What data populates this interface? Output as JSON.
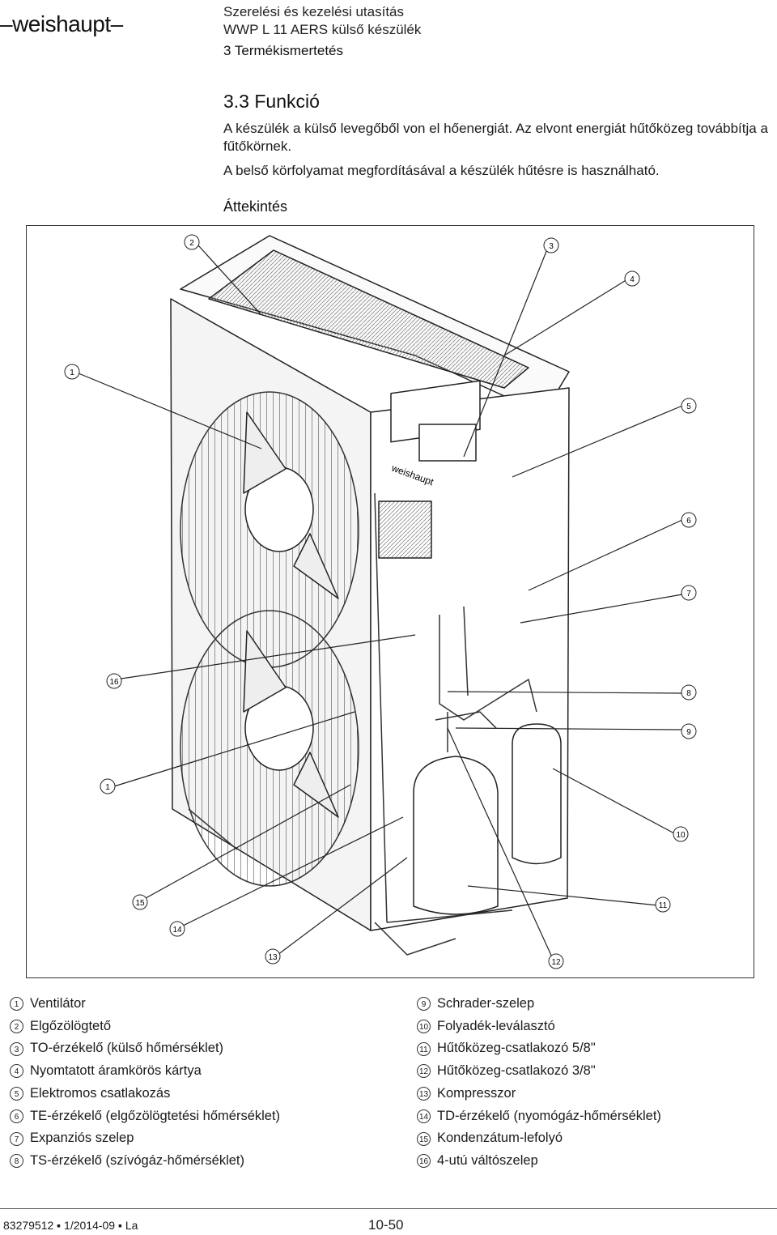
{
  "header": {
    "brand": "–weishaupt–",
    "title_line1": "Szerelési és kezelési utasítás",
    "title_line2": "WWP L 11 AERS külső készülék",
    "section": "3 Termékismertetés"
  },
  "content": {
    "heading": "3.3 Funkció",
    "para1": "A készülék a külső levegőből von el hőenergiát. Az elvont energiát hűtőközeg továbbítja a fűtőkörnek.",
    "para2": "A belső körfolyamat megfordításával a készülék hűtésre is használható.",
    "figure_title": "Áttekintés",
    "figure_brand": "weishaupt"
  },
  "figure": {
    "callouts": [
      "1",
      "2",
      "3",
      "4",
      "5",
      "6",
      "7",
      "8",
      "9",
      "10",
      "11",
      "12",
      "13",
      "14",
      "15",
      "16",
      "1"
    ]
  },
  "legend": {
    "left": [
      {
        "num": "1",
        "label": "Ventilátor"
      },
      {
        "num": "2",
        "label": "Elgőzölögtető"
      },
      {
        "num": "3",
        "label": "TO-érzékelő (külső hőmérséklet)"
      },
      {
        "num": "4",
        "label": "Nyomtatott áramkörös kártya"
      },
      {
        "num": "5",
        "label": "Elektromos csatlakozás"
      },
      {
        "num": "6",
        "label": "TE-érzékelő (elgőzölögtetési hőmérséklet)"
      },
      {
        "num": "7",
        "label": "Expanziós szelep"
      },
      {
        "num": "8",
        "label": "TS-érzékelő (szívógáz-hőmérséklet)"
      }
    ],
    "right": [
      {
        "num": "9",
        "label": "Schrader-szelep"
      },
      {
        "num": "10",
        "label": "Folyadék-leválasztó"
      },
      {
        "num": "11",
        "label": "Hűtőközeg-csatlakozó 5/8\""
      },
      {
        "num": "12",
        "label": "Hűtőközeg-csatlakozó 3/8\""
      },
      {
        "num": "13",
        "label": "Kompresszor"
      },
      {
        "num": "14",
        "label": "TD-érzékelő (nyomógáz-hőmérséklet)"
      },
      {
        "num": "15",
        "label": "Kondenzátum-lefolyó"
      },
      {
        "num": "16",
        "label": "4-utú váltószelep"
      }
    ]
  },
  "footer": {
    "doc_id": "83279512 ▪ 1/2014-09 ▪ La",
    "page": "10-50"
  }
}
